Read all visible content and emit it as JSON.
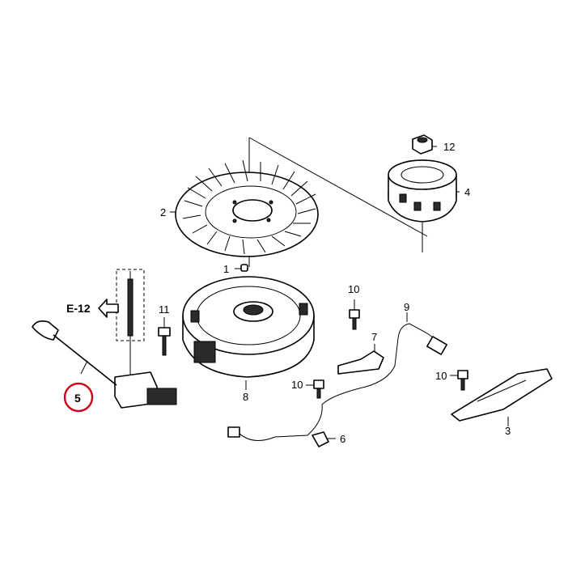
{
  "callouts": {
    "p1": "1",
    "p2": "2",
    "p3": "3",
    "p4": "4",
    "p5": "5",
    "p6": "6",
    "p7": "7",
    "p8": "8",
    "p9": "9",
    "p10a": "10",
    "p10b": "10",
    "p10c": "10",
    "p11": "11",
    "p12": "12"
  },
  "reference": "E-12",
  "highlight_color": "#d0021b"
}
